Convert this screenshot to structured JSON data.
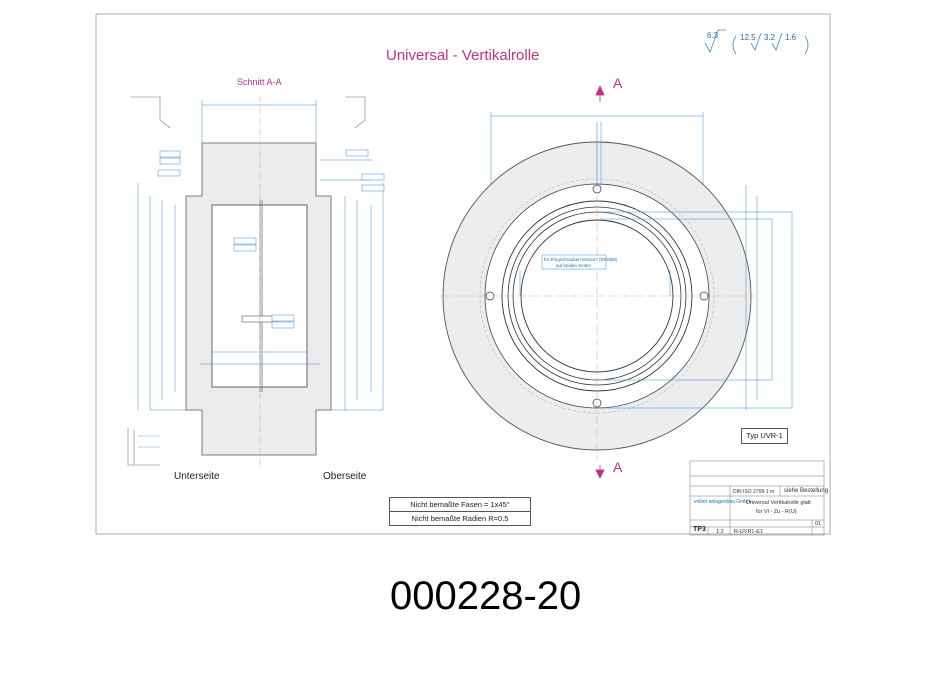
{
  "title": "Universal - Vertikalrolle",
  "section_label": "Schnitt A-A",
  "section_markers": [
    "A",
    "A"
  ],
  "side_labels": {
    "bottom": "Unterseite",
    "top": "Oberseite"
  },
  "surface_finish": {
    "main": "6.3",
    "others": [
      "12.5",
      "3.2",
      "1.6"
    ]
  },
  "notes": [
    "Nicht bemaßte Fasen = 1x45°",
    "Nicht bemaßte Radien R=0.5"
  ],
  "type_box": "Typ UVR-1",
  "callout_note": [
    "für Ringschrauben M16x27 (DIN580)",
    "auf beiden Seiten"
  ],
  "title_block": {
    "standard": "DIN ISO 2768-1 m",
    "order": "siehe Bestellung",
    "company": "vollert anlagenbau GmbH",
    "description": [
      "Universal Vertikalrolle glatt",
      "für Vl - Zu - R(U)"
    ],
    "part_no": "R-UVR1-E1",
    "sheet": "01",
    "label": "TP3",
    "scale": "1:2"
  },
  "drawing_number": "000228-20"
}
